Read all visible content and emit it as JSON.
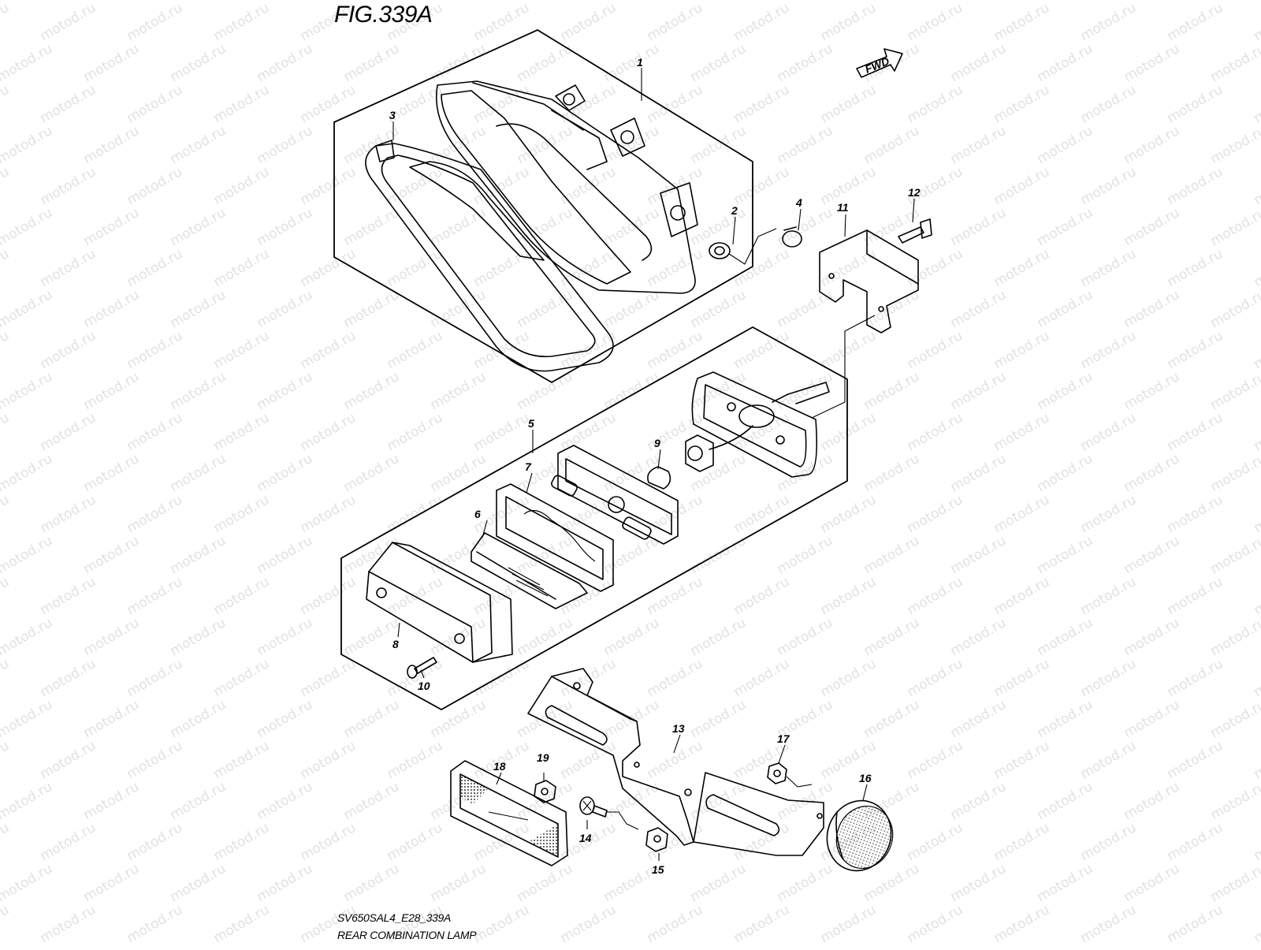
{
  "figure": {
    "title": "FIG.339A",
    "model_code": "SV650SAL4_E28_339A",
    "caption": "REAR COMBINATION LAMP"
  },
  "direction_arrow": {
    "label": "FWD"
  },
  "watermark": {
    "text": "motod.ru"
  },
  "callouts": [
    "1",
    "2",
    "3",
    "4",
    "5",
    "6",
    "7",
    "8",
    "9",
    "10",
    "11",
    "12",
    "13",
    "14",
    "15",
    "16",
    "17",
    "18",
    "19"
  ]
}
